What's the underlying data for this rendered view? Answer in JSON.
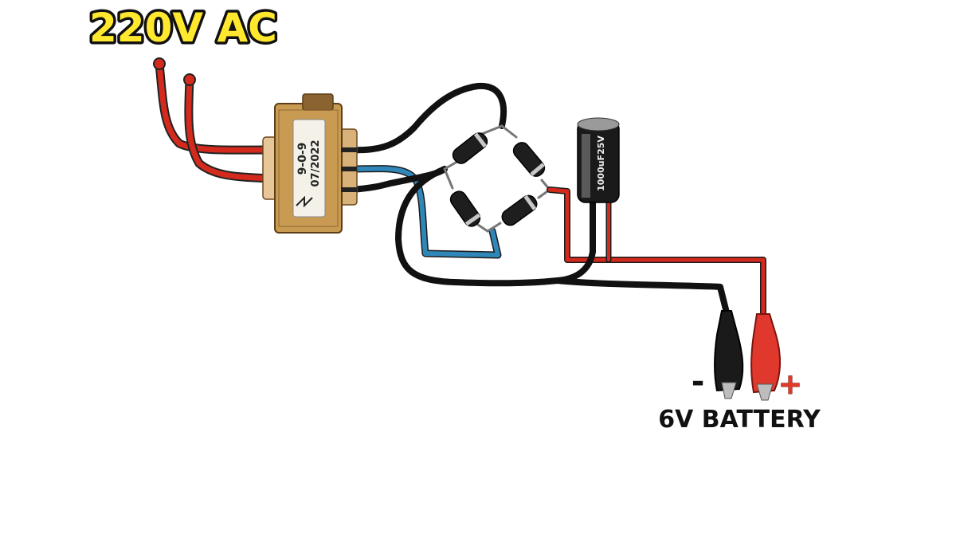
{
  "title": "220V AC",
  "transformer": {
    "rating": "9-0-9",
    "date": "07/2022"
  },
  "capacitor": {
    "marking": "1000uF25V"
  },
  "output": {
    "minus": "-",
    "plus": "+",
    "label": "6V BATTERY"
  },
  "colors": {
    "title_fill": "#FFE82E",
    "red_wire": "#D42A1E",
    "black_wire": "#111111",
    "blue_wire": "#2F86B8",
    "transformer_body": "#C99A52",
    "plus_sign": "#E03A2B"
  }
}
